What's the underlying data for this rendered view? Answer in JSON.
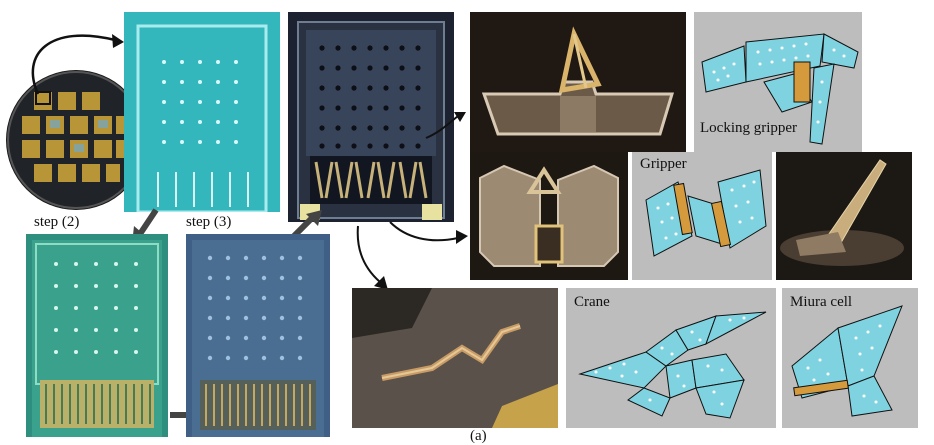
{
  "labels": {
    "step2": "step (2)",
    "step3": "step (3)",
    "locking_gripper": "Locking gripper",
    "gripper": "Gripper",
    "crane": "Crane",
    "miura_cell": "Miura cell",
    "panel_letter": "(a)"
  },
  "colors": {
    "schematic_bg": "#bdbdbd",
    "tile": "#7fd3e0",
    "hinge": "#d49a3c",
    "wafer_teal": "#34b6bd",
    "wafer_dark": "#1c2230",
    "fab_green": "#2f8f7e",
    "fab_blue": "#3f5f86"
  },
  "icons": [
    "curved-arrow-icon",
    "down-arrow-icon",
    "right-arrow-icon"
  ]
}
